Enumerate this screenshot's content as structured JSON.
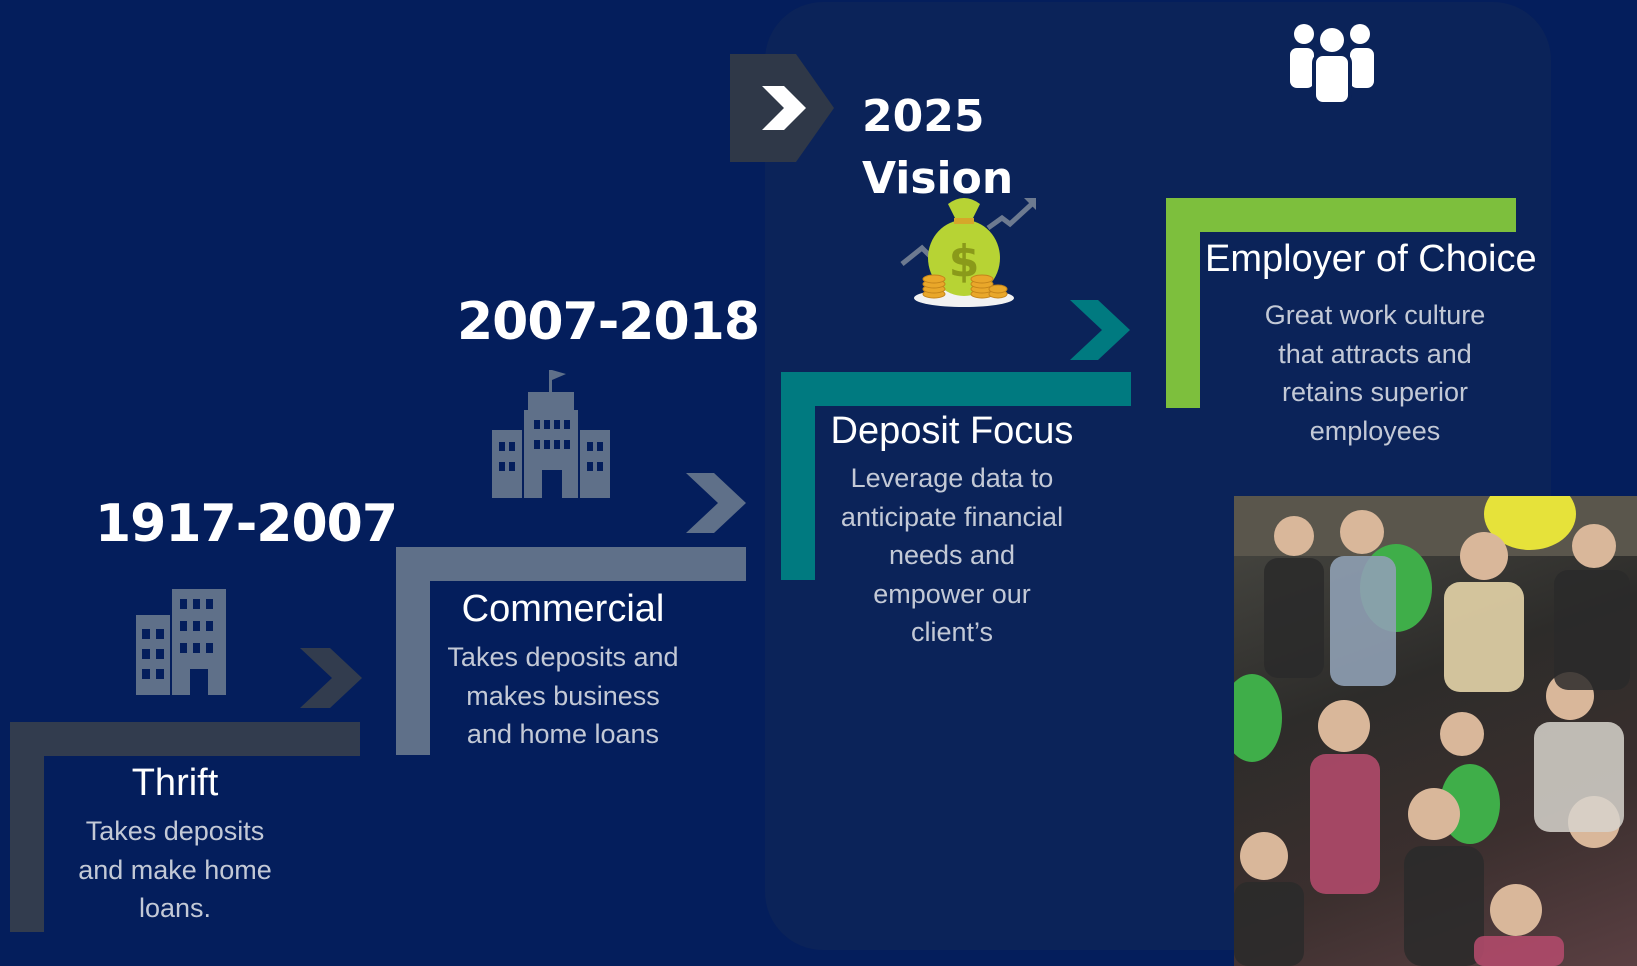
{
  "timeline": [
    {
      "id": "thrift",
      "period": "1917-2007",
      "title": "Thrift",
      "description": "Takes deposits and make home loans.",
      "color": "#323c4e",
      "icon": "apartment-building-icon"
    },
    {
      "id": "commercial",
      "period": "2007-2018",
      "title": "Commercial",
      "description": "Takes deposits and makes business and home loans",
      "color": "#5f7089",
      "icon": "bank-building-icon"
    },
    {
      "id": "deposit-focus",
      "title": "Deposit Focus",
      "description": "Leverage data to anticipate financial needs and empower our client’s",
      "color": "#007a80",
      "icon": "money-bag-icon"
    },
    {
      "id": "employer-of-choice",
      "title": "Employer of Choice",
      "description": "Great work culture that attracts and retains superior employees",
      "color": "#7dbf3d",
      "icon": "people-group-icon"
    }
  ],
  "vision": {
    "year": "2025",
    "label": "Vision",
    "icon": "chevron-right-icon"
  },
  "colors": {
    "background": "#041e5c",
    "vision_panel": "#0b2359",
    "chevron_dark": "#2f3848"
  },
  "photo": {
    "icon": "team-photo"
  }
}
